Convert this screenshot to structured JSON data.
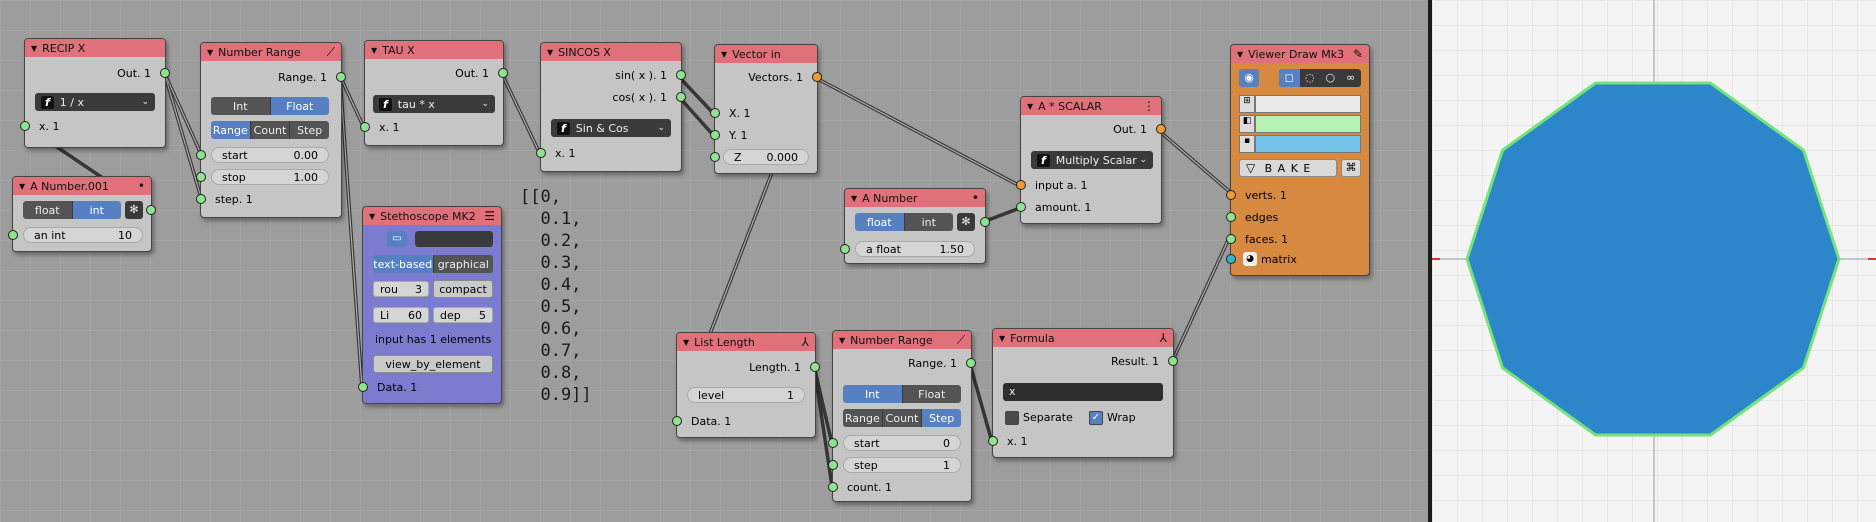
{
  "colors": {
    "editor_bg": "#9d9d9d",
    "node_header": "#e0707a",
    "node_body": "#c5c5c5",
    "stethoscope_body": "#7b7bd0",
    "viewer_body": "#d88940",
    "socket_green": "#8fe38f",
    "socket_orange": "#f09a35",
    "socket_cyan": "#2fb6c9",
    "polygon_fill": "#2d86c9",
    "polygon_stroke": "#73e37a",
    "selected_blue": "#5680c2"
  },
  "recip": {
    "title": "RECIP X",
    "out": "Out. 1",
    "func": "1 / x",
    "in": "x. 1"
  },
  "anum1": {
    "title": "A Number.001",
    "opt_float": "float",
    "opt_int": "int",
    "field_label": "an int",
    "field_value": "10"
  },
  "nrange1": {
    "title": "Number Range",
    "out": "Range. 1",
    "opt_int": "Int",
    "opt_float": "Float",
    "mode_range": "Range",
    "mode_count": "Count",
    "mode_step": "Step",
    "start_label": "start",
    "start_value": "0.00",
    "stop_label": "stop",
    "stop_value": "1.00",
    "in_step": "step. 1"
  },
  "tau": {
    "title": "TAU X",
    "out": "Out. 1",
    "func": "tau * x",
    "in": "x. 1"
  },
  "steth": {
    "title": "Stethoscope MK2",
    "opt_text": "text-based",
    "opt_graph": "graphical",
    "rou_label": "rou",
    "rou_value": "3",
    "compact": "compact",
    "li_label": "Li",
    "li_value": "60",
    "dep_label": "dep",
    "dep_value": "5",
    "info": "input has 1 elements",
    "view_btn": "view_by_element",
    "in": "Data. 1"
  },
  "sincos": {
    "title": "SINCOS X",
    "out1": "sin( x ). 1",
    "out2": "cos( x ). 1",
    "func": "Sin & Cos",
    "in": "x. 1"
  },
  "vecin": {
    "title": "Vector in",
    "out": "Vectors. 1",
    "in_x": "X. 1",
    "in_y": "Y. 1",
    "z_label": "Z",
    "z_value": "0.000"
  },
  "anumber": {
    "title": "A Number",
    "opt_float": "float",
    "opt_int": "int",
    "field_label": "a float",
    "field_value": "1.50"
  },
  "ascalar": {
    "title": "A * SCALAR",
    "out": "Out. 1",
    "func": "Multiply Scalar",
    "in_a": "input a. 1",
    "in_amount": "amount. 1"
  },
  "viewer": {
    "title": "Viewer Draw Mk3",
    "bake": "B A K E",
    "in_verts": "verts. 1",
    "in_edges": "edges",
    "in_faces": "faces. 1",
    "in_matrix": "matrix",
    "swatch_vert": "#e8e8e8",
    "swatch_edge": "#b7f2b4",
    "swatch_face": "#74c4ea"
  },
  "listlen": {
    "title": "List Length",
    "out": "Length. 1",
    "level_label": "level",
    "level_value": "1",
    "in": "Data. 1"
  },
  "nrange2": {
    "title": "Number Range",
    "out": "Range. 1",
    "opt_int": "Int",
    "opt_float": "Float",
    "mode_range": "Range",
    "mode_count": "Count",
    "mode_step": "Step",
    "start_label": "start",
    "start_value": "0",
    "step_label": "step",
    "step_value": "1",
    "in_count": "count. 1"
  },
  "formula": {
    "title": "Formula",
    "out": "Result. 1",
    "expr": "x",
    "separate": "Separate",
    "wrap": "Wrap",
    "in": "x. 1"
  },
  "stethoscope_output": "[[0,\n  0.1,\n  0.2,\n  0.3,\n  0.4,\n  0.5,\n  0.6,\n  0.7,\n  0.8,\n  0.9]]",
  "viewport": {
    "polygon_sides": 10,
    "shape": "decagon"
  }
}
